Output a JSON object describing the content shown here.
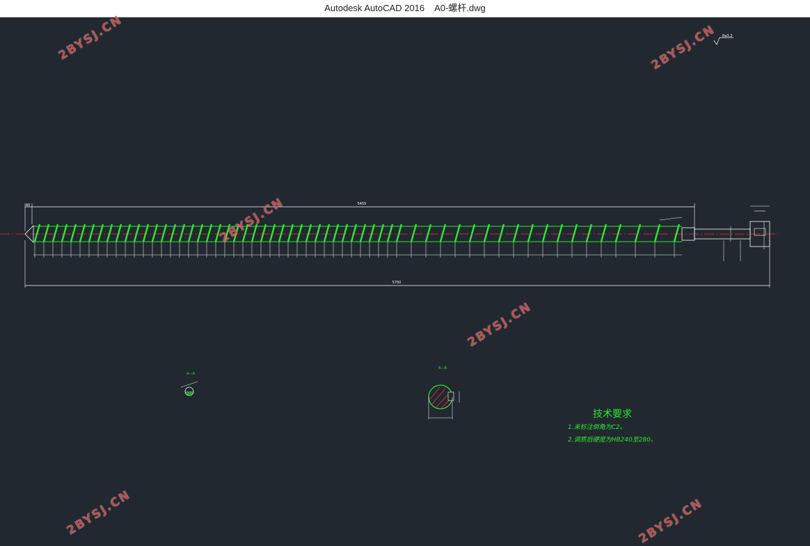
{
  "window": {
    "app_title": "Autodesk AutoCAD 2016",
    "file_name": "A0-螺杆.dwg"
  },
  "watermark": {
    "text": "2BYSJ.CN"
  },
  "drawing": {
    "colors": {
      "background": "#212830",
      "outline": "#ffffff",
      "screw": "#2fe62f",
      "centerline": "#ff2a2a"
    },
    "dimensions": {
      "total_length": "5750",
      "flight_length": "5455",
      "left_offset": "40"
    },
    "section_a_label": "A—A",
    "section_b_label": "B—B",
    "roughness": "Ra3.2"
  },
  "tech_requirements": {
    "title": "技术要求",
    "lines": [
      "1.未标注倒角为C2。",
      "2.调质后硬度为HB240至280。"
    ]
  }
}
